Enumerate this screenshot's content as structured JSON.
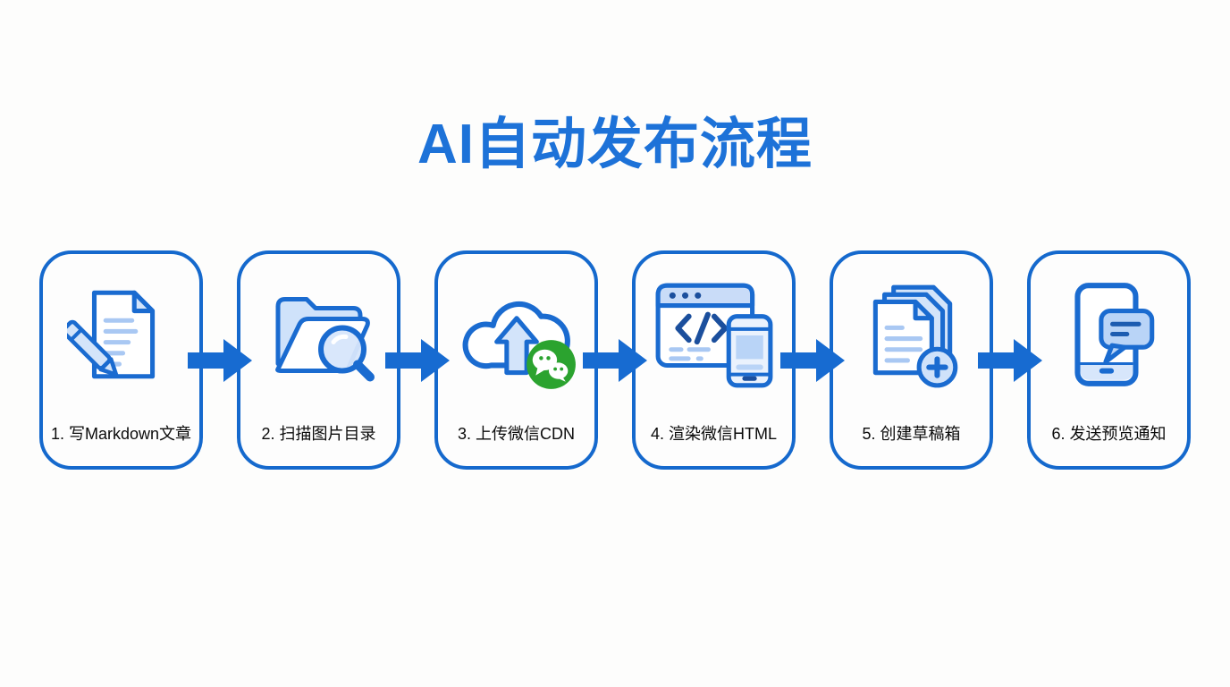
{
  "title": "AI自动发布流程",
  "colors": {
    "title_blue": "#1d72d8",
    "card_border_blue": "#1569cd",
    "arrow_blue": "#176bd1",
    "icon_stroke_blue": "#1a6bd0",
    "icon_light_fill": "#d3e4fa",
    "wechat_green": "#2ba32f"
  },
  "steps": [
    {
      "label": "1. 写Markdown文章",
      "icon": "document-pen-icon"
    },
    {
      "label": "2. 扫描图片目录",
      "icon": "folder-search-icon"
    },
    {
      "label": "3. 上传微信CDN",
      "icon": "cloud-upload-wechat-icon"
    },
    {
      "label": "4. 渲染微信HTML",
      "icon": "browser-code-phone-icon"
    },
    {
      "label": "5. 创建草稿箱",
      "icon": "documents-add-icon"
    },
    {
      "label": "6. 发送预览通知",
      "icon": "phone-message-icon"
    }
  ]
}
